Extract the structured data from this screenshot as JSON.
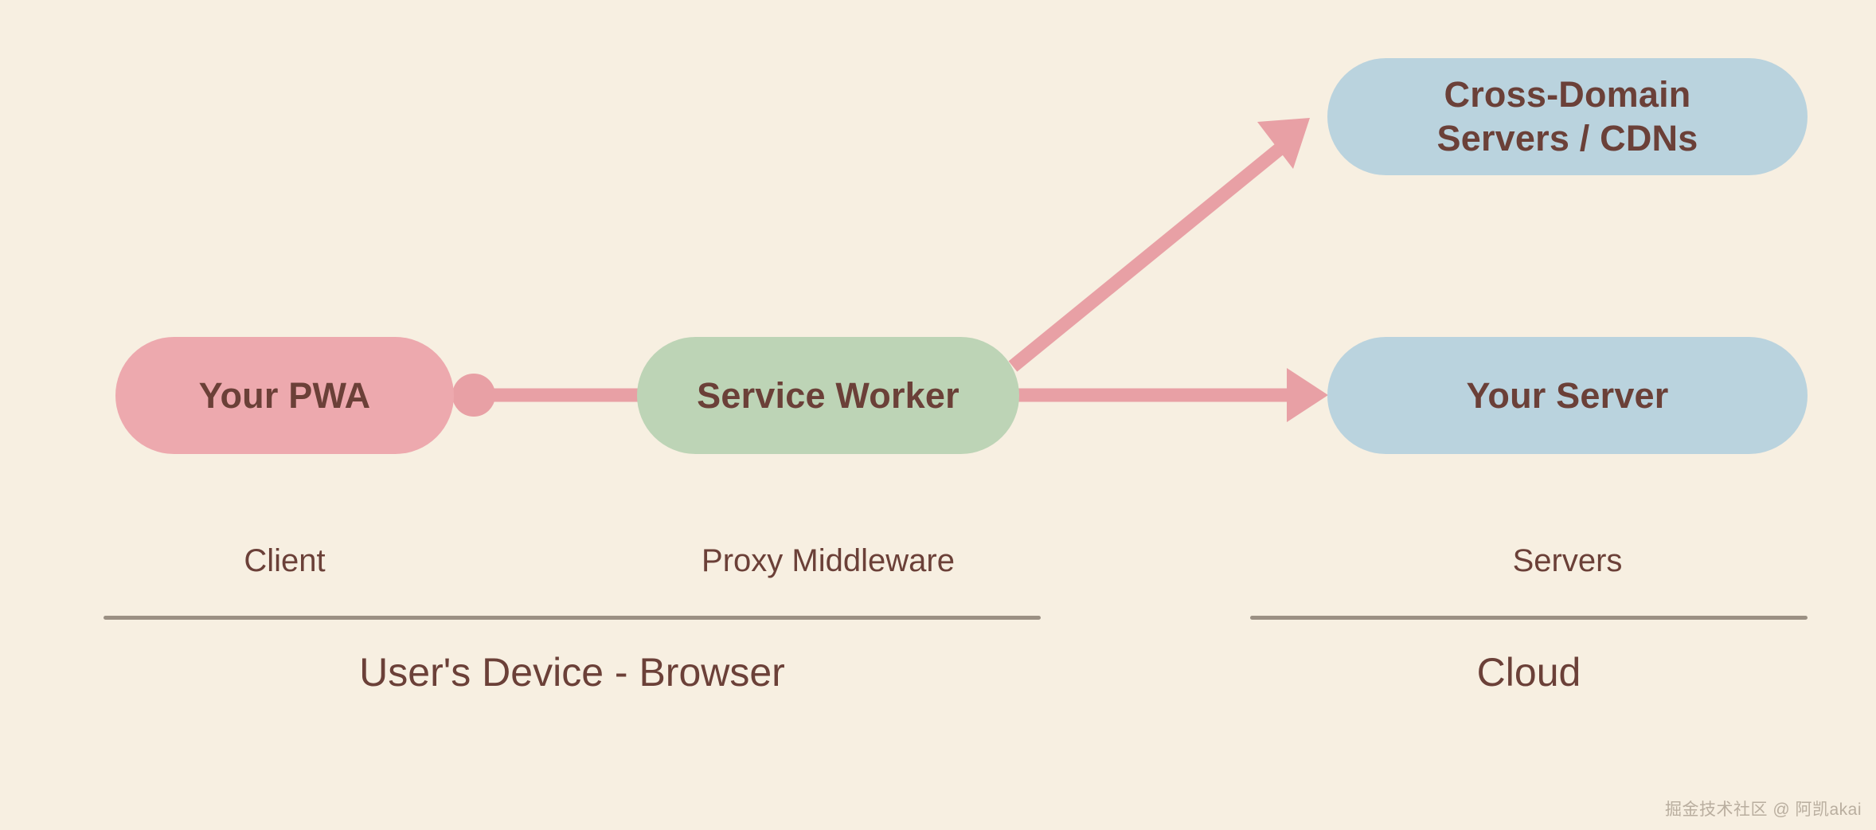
{
  "canvas": {
    "background_color": "#F7EFE1",
    "text_color": "#6B4038"
  },
  "nodes": {
    "pwa": {
      "label": "Your PWA",
      "color": "#EDA9AE"
    },
    "sw": {
      "label": "Service Worker",
      "color": "#BDD4B6"
    },
    "server": {
      "label": "Your Server",
      "color": "#BAD3DE"
    },
    "cdn": {
      "label_line1": "Cross-Domain",
      "label_line2": "Servers / CDNs",
      "color": "#BAD3DE"
    }
  },
  "connectors": {
    "color": "#E8A0A5",
    "pwa_to_sw": {
      "from": "Your PWA",
      "to": "Service Worker",
      "style": "dot-line",
      "arrowhead": false
    },
    "sw_to_cdn": {
      "from": "Service Worker",
      "to": "Cross-Domain Servers / CDNs",
      "style": "diagonal",
      "arrowhead": true
    },
    "sw_to_server": {
      "from": "Service Worker",
      "to": "Your Server",
      "style": "horizontal",
      "arrowhead": true
    }
  },
  "lane_captions": {
    "client": "Client",
    "proxy": "Proxy Middleware",
    "servers": "Servers"
  },
  "zone_captions": {
    "device": "User's Device - Browser",
    "cloud": "Cloud"
  },
  "divider": {
    "color": "#9B9083"
  },
  "watermark": {
    "text": "掘金技术社区 @ 阿凯akai"
  }
}
